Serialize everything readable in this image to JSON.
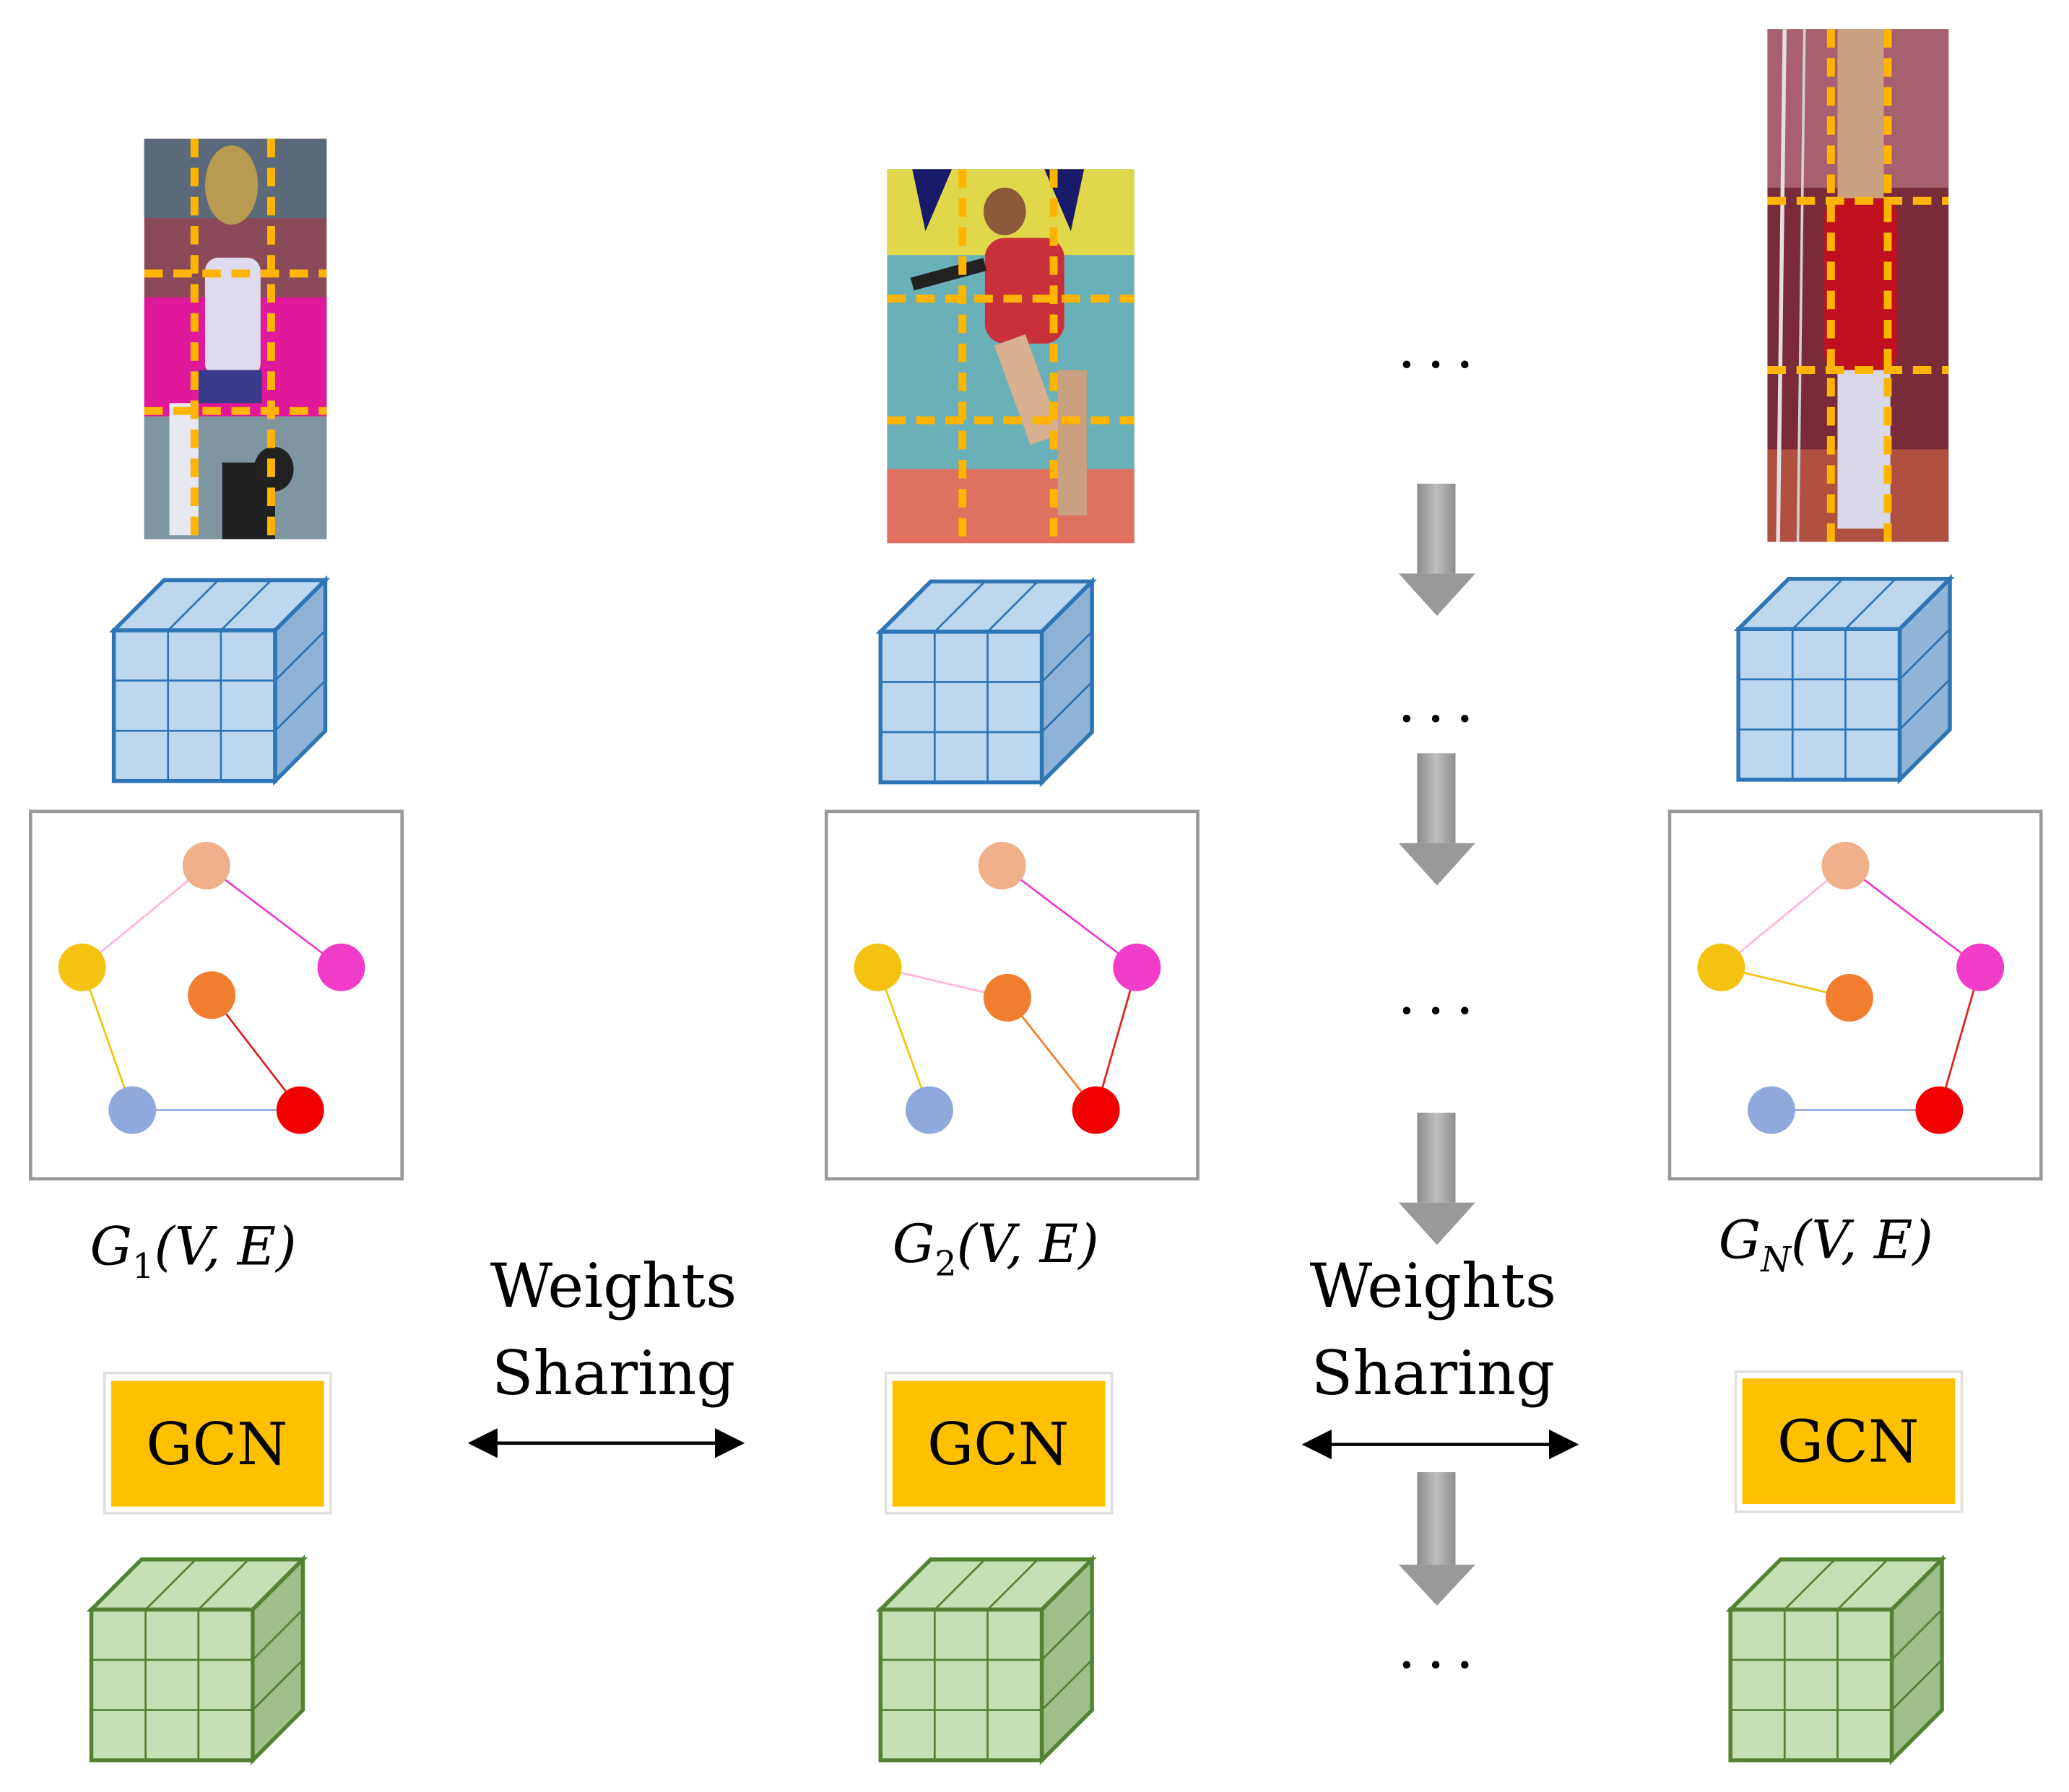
{
  "columns": [
    {
      "id": "col1",
      "graph_label": {
        "base": "G",
        "sub": "1",
        "args": "(V, E)"
      },
      "gcn_label": "GCN",
      "crop_palette": {
        "bg": "#b03a52",
        "accent": "#e0189a",
        "figure": "#d9d9e8",
        "floor": "#8da0a8"
      },
      "graph": {
        "nodes": [
          {
            "id": "peach",
            "color": "#f0b08a"
          },
          {
            "id": "yellow",
            "color": "#f5c211"
          },
          {
            "id": "magenta",
            "color": "#f03cc8"
          },
          {
            "id": "orange",
            "color": "#f07e2e"
          },
          {
            "id": "blue",
            "color": "#8fa9dc"
          },
          {
            "id": "red",
            "color": "#f20000"
          }
        ]
      }
    },
    {
      "id": "col2",
      "graph_label": {
        "base": "G",
        "sub": "2",
        "args": "(V, E)"
      },
      "gcn_label": "GCN",
      "crop_palette": {
        "bg": "#d9d250",
        "accent": "#2a2a8a",
        "figure": "#c8303a",
        "floor": "#e07060"
      },
      "graph": {
        "nodes": [
          {
            "id": "peach",
            "color": "#f0b08a"
          },
          {
            "id": "yellow",
            "color": "#f5c211"
          },
          {
            "id": "magenta",
            "color": "#f03cc8"
          },
          {
            "id": "orange",
            "color": "#f07e2e"
          },
          {
            "id": "blue",
            "color": "#8fa9dc"
          },
          {
            "id": "red",
            "color": "#f20000"
          }
        ]
      }
    },
    {
      "id": "colN",
      "graph_label": {
        "base": "G",
        "sub": "N",
        "args": "(V, E)"
      },
      "gcn_label": "GCN",
      "crop_palette": {
        "bg": "#7a2b3a",
        "accent": "#c01020",
        "figure": "#d0d0e0",
        "floor": "#b05040"
      },
      "graph": {
        "nodes": [
          {
            "id": "peach",
            "color": "#f0b08a"
          },
          {
            "id": "yellow",
            "color": "#f5c211"
          },
          {
            "id": "magenta",
            "color": "#f03cc8"
          },
          {
            "id": "orange",
            "color": "#f07e2e"
          },
          {
            "id": "blue",
            "color": "#8fa9dc"
          },
          {
            "id": "red",
            "color": "#f20000"
          }
        ]
      }
    }
  ],
  "weights_sharing": [
    {
      "line1": "Weights",
      "line2": "Sharing"
    },
    {
      "line1": "Weights",
      "line2": "Sharing"
    }
  ],
  "ellipsis": "...",
  "colors": {
    "grid_dash": "#ffb400",
    "feature_cube_fill": "#bdd7ee",
    "feature_cube_stroke": "#2e75b6",
    "output_cube_fill": "#c5e0b4",
    "output_cube_stroke": "#548235",
    "gcn_fill": "#ffc000",
    "graph_box_stroke": "#999999",
    "flow_arrow": "#a6a6a6"
  }
}
